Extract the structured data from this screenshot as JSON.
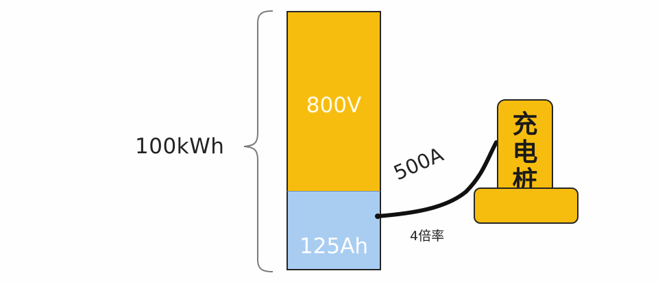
{
  "battery": {
    "total_energy": "100kWh",
    "voltage": "800V",
    "capacity": "125Ah"
  },
  "cable": {
    "current": "500A",
    "rate": "4倍率"
  },
  "charging_pile": {
    "label_chars": [
      "充",
      "电",
      "桩"
    ]
  },
  "colors": {
    "voltage_block": "#f7bd0e",
    "capacity_block": "#a9cdf1",
    "charging_pile": "#f7bd0e",
    "outline": "#252525"
  }
}
